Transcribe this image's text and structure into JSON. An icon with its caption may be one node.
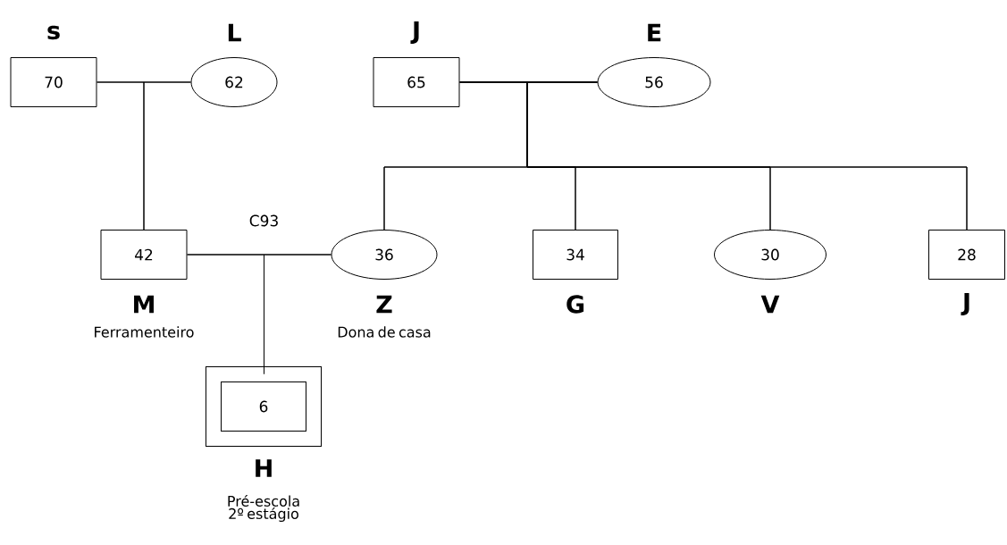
{
  "diagram": {
    "nodes": [
      {
        "text": [
          "70"
        ],
        "beside": [
          "s"
        ]
      },
      {
        "text": [
          "62"
        ],
        "beside": [
          "L"
        ]
      },
      {
        "text": [
          "65"
        ],
        "beside": [
          "J"
        ]
      },
      {
        "text": [
          "56"
        ],
        "beside": [
          "E"
        ]
      },
      {
        "text": [
          "42"
        ],
        "beside": [
          "M",
          "Ferramenteiro"
        ]
      },
      {
        "text": [
          "36"
        ],
        "beside": [
          "Z",
          "Dona de casa"
        ]
      },
      {
        "text": [
          "34"
        ],
        "beside": [
          "G"
        ]
      },
      {
        "text": [
          "30"
        ],
        "beside": [
          "V"
        ]
      },
      {
        "text": [
          "28"
        ],
        "beside": [
          "J"
        ]
      },
      {
        "text": [
          "6"
        ],
        "beside": [
          "H",
          "Pré-escola 2º estágio"
        ]
      }
    ],
    "edges": [
      {
        "from": 0,
        "to": 1,
        "arrow": "none"
      },
      {
        "from": 0,
        "to": 4,
        "arrow": "none"
      },
      {
        "from": 1,
        "to": 4,
        "arrow": "none"
      },
      {
        "from": 2,
        "to": 3,
        "arrow": "none"
      },
      {
        "from": 2,
        "to": 5,
        "arrow": "none"
      },
      {
        "from": 3,
        "to": 5,
        "arrow": "none"
      },
      {
        "from": 2,
        "to": 6,
        "arrow": "none"
      },
      {
        "from": 3,
        "to": 6,
        "arrow": "none"
      },
      {
        "from": 2,
        "to": 7,
        "arrow": "none"
      },
      {
        "from": 3,
        "to": 7,
        "arrow": "none"
      },
      {
        "from": 2,
        "to": 8,
        "arrow": "none"
      },
      {
        "from": 3,
        "to": 8,
        "arrow": "none"
      },
      {
        "from": 4,
        "to": 5,
        "arrow": "none",
        "label": "C93"
      },
      {
        "from": 4,
        "to": 9,
        "arrow": "none"
      },
      {
        "from": 5,
        "to": 9,
        "arrow": "none"
      }
    ]
  }
}
